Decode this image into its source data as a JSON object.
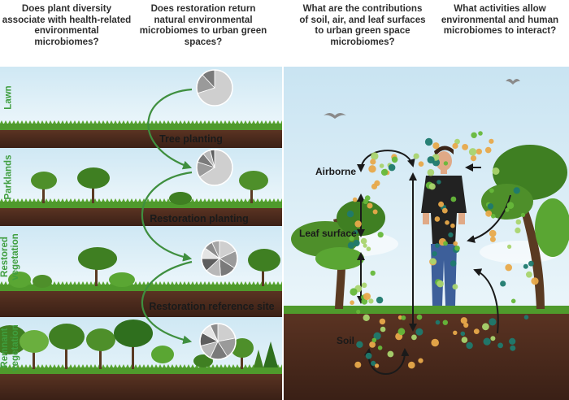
{
  "questions": [
    "Does plant diversity associate with health-related environmental microbiomes?",
    "Does restoration return natural environmental microbiomes to urban green spaces?",
    "What are the contributions of soil, air, and leaf surfaces to urban green space microbiomes?",
    "What activities allow environmental and human microbiomes to interact?"
  ],
  "panels": [
    {
      "name": "Lawn"
    },
    {
      "name": "Parklands"
    },
    {
      "name": "Restored vegetation"
    },
    {
      "name": "Remnant vegetation"
    }
  ],
  "transitions": [
    "Tree planting",
    "Restoration planting",
    "Restoration reference site"
  ],
  "layers": {
    "airborne": "Airborne",
    "leaf_surface": "Leaf surface",
    "soil": "Soil"
  },
  "pie_slices": [
    [
      0.7,
      0.18,
      0.12
    ],
    [
      0.66,
      0.14,
      0.09,
      0.07,
      0.04
    ],
    [
      0.18,
      0.16,
      0.15,
      0.14,
      0.12,
      0.1,
      0.08,
      0.07
    ],
    [
      0.22,
      0.19,
      0.16,
      0.14,
      0.12,
      0.1,
      0.07
    ]
  ],
  "colors": {
    "sky_top": "#d6ecf6",
    "sky_bottom": "#edf6fa",
    "grass": "#4f9a2c",
    "soil": "#4a2a1c",
    "arrow_green": "#3f8f3f",
    "label_green": "#3f9e3f",
    "microbe_palette": [
      "#e8a94a",
      "#66b83a",
      "#1f7a6e",
      "#a9d46e"
    ]
  }
}
